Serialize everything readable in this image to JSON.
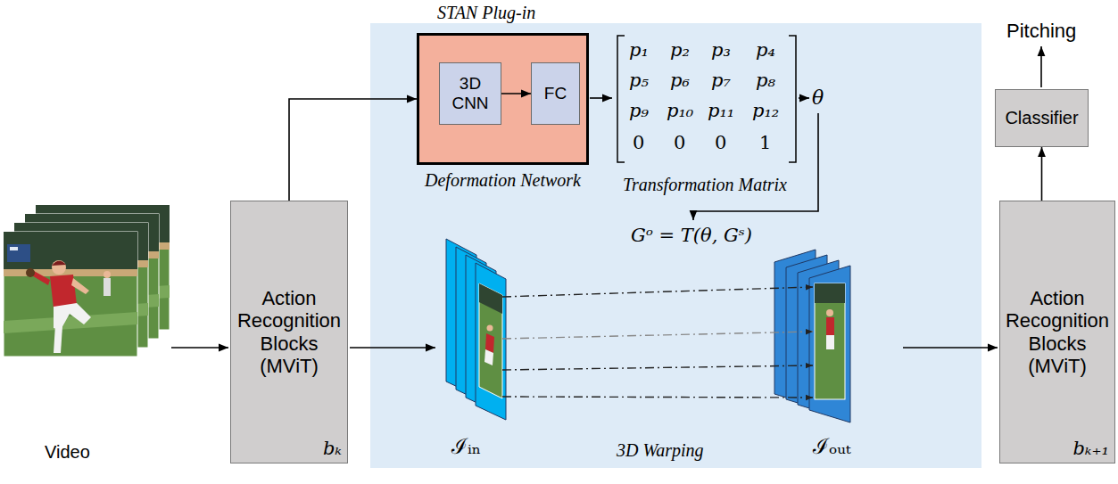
{
  "diagram": {
    "nodes": [
      {
        "text": [
          "STAN Plug-in"
        ]
      },
      {
        "text": [
          "Deformation Network"
        ],
        "in": 0
      },
      {
        "text": [
          "3D CNN"
        ],
        "in": 1
      },
      {
        "text": [
          "FC"
        ],
        "in": 1
      },
      {
        "text": [
          "Classifier"
        ]
      },
      {
        "text": [
          "Action Recognition Blocks (MViT)",
          "bₖ"
        ]
      },
      {
        "text": [
          "Action Recognition Blocks (MViT)",
          "bₖ₊₁"
        ]
      }
    ],
    "edges": [
      {
        "from": 5,
        "to": 1,
        "arrow": "to"
      },
      {
        "from": 2,
        "to": 3,
        "arrow": "to"
      },
      {
        "from": 6,
        "to": 4,
        "arrow": "to"
      }
    ],
    "labels": [
      "Pitching",
      "p₁",
      "p₂",
      "p₃",
      "p₄",
      "p₅",
      "p₆",
      "p₇",
      "p₈",
      "p₉",
      "p₁₀",
      "p₁₁",
      "p₁₂",
      "0",
      "0",
      "0",
      "1",
      "θ",
      "Transformation Matrix",
      "Gᵒ = T(θ, Gˢ)",
      "ℐᵢₙ",
      "3D Warping",
      "ℐₒᵤₜ",
      "Video"
    ]
  }
}
